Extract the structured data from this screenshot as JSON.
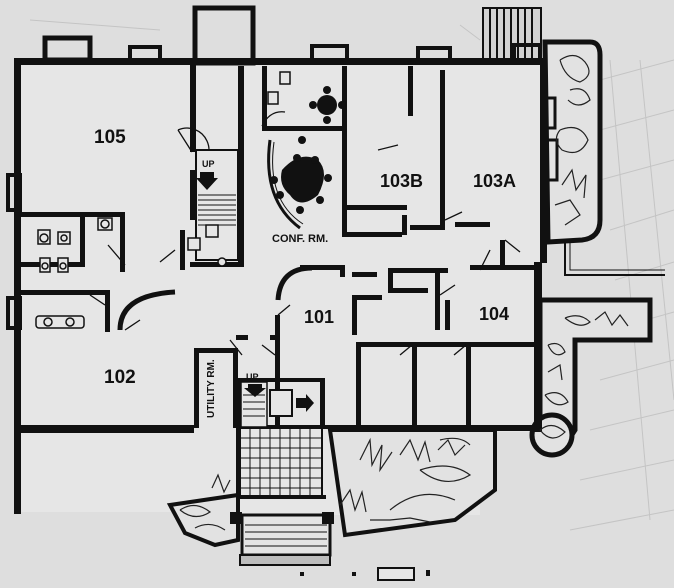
{
  "floor_plan": {
    "rooms": [
      {
        "id": "105",
        "label": "105"
      },
      {
        "id": "103b",
        "label": "103B"
      },
      {
        "id": "103a",
        "label": "103A"
      },
      {
        "id": "conf",
        "label": "CONF. RM."
      },
      {
        "id": "101",
        "label": "101"
      },
      {
        "id": "104",
        "label": "104"
      },
      {
        "id": "102",
        "label": "102"
      },
      {
        "id": "utility",
        "label": "UTILITY RM."
      }
    ],
    "stair_labels": {
      "north": "UP",
      "south": "UP"
    }
  }
}
